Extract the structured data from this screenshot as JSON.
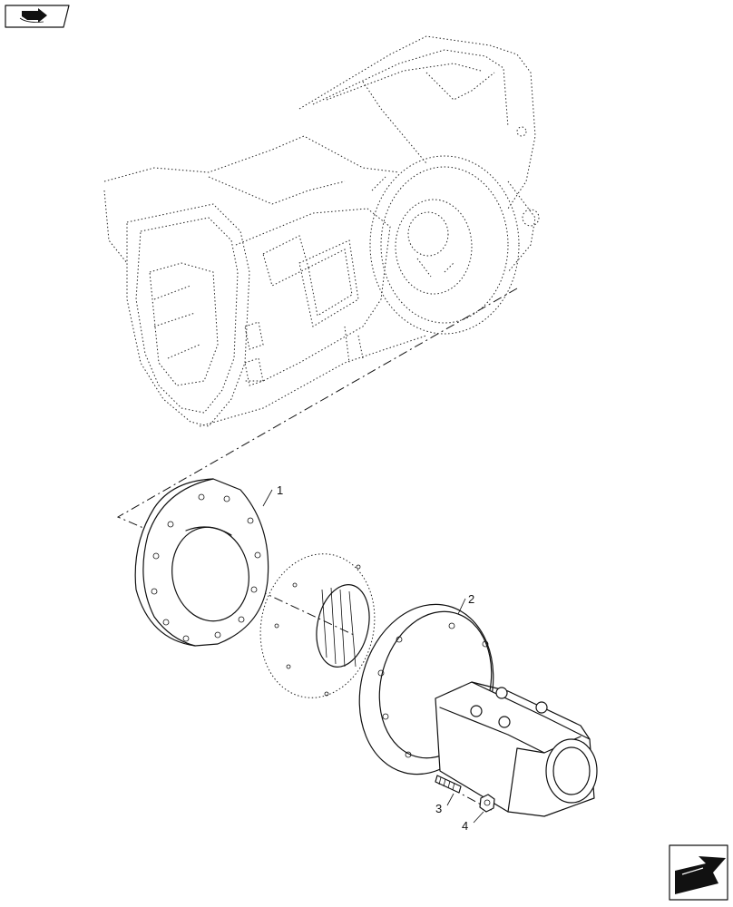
{
  "callouts": [
    {
      "id": "1",
      "label": "1"
    },
    {
      "id": "2",
      "label": "2"
    },
    {
      "id": "3",
      "label": "3"
    },
    {
      "id": "4",
      "label": "4"
    }
  ],
  "icons": {
    "top_left": "book-arrow-icon",
    "bottom_right": "next-page-arrow-icon"
  }
}
